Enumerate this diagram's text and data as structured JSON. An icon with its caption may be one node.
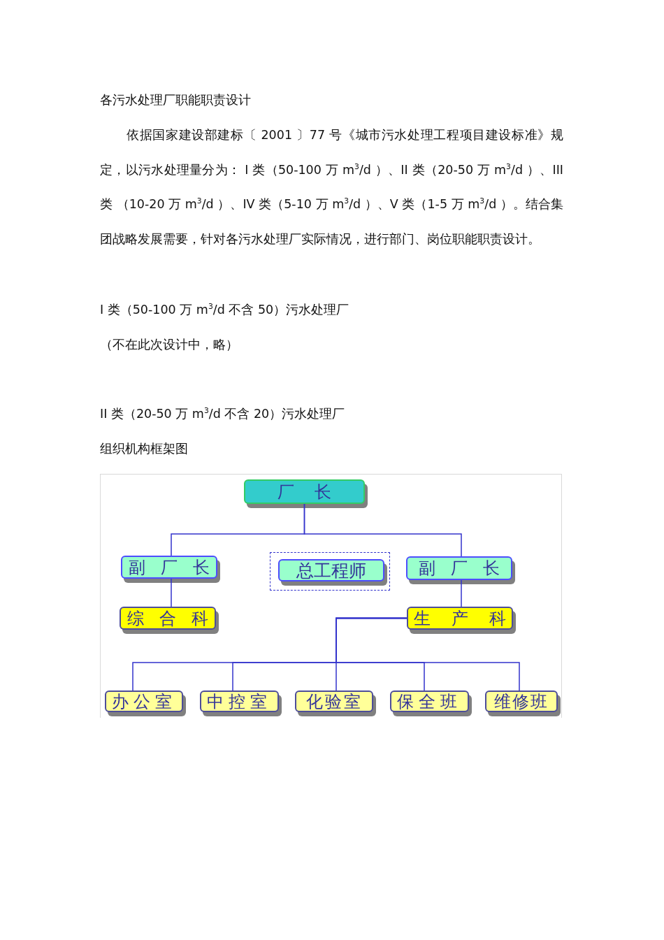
{
  "diagram": {
    "title": "各污水处理厂职能职责设计",
    "nodes": [
      {
        "text": [
          "厂 长"
        ]
      },
      {
        "text": [
          "副 厂 长"
        ]
      },
      {
        "text": [],
        "shape": "box"
      },
      {
        "text": [
          "总工程师"
        ],
        "in": 2
      },
      {
        "text": [
          "副 厂 长"
        ]
      },
      {
        "text": [
          "综 合 科"
        ]
      },
      {
        "text": [
          "生 产 科"
        ]
      },
      {
        "text": [
          "办公室"
        ]
      },
      {
        "text": [
          "中控室"
        ]
      },
      {
        "text": [
          "化验室"
        ]
      },
      {
        "text": [
          "保全班"
        ]
      },
      {
        "text": [
          "维修班"
        ]
      }
    ],
    "edges": [
      {
        "from": 0,
        "to": 1,
        "arrow": "none"
      },
      {
        "from": 0,
        "to": 4,
        "arrow": "none"
      },
      {
        "from": 1,
        "to": 5,
        "arrow": "none"
      },
      {
        "from": 4,
        "to": 6,
        "arrow": "none"
      },
      {
        "from": 6,
        "to": 7,
        "arrow": "none"
      },
      {
        "from": 6,
        "to": 8,
        "arrow": "none"
      },
      {
        "from": 6,
        "to": 9,
        "arrow": "none"
      },
      {
        "from": 6,
        "to": 10,
        "arrow": "none"
      },
      {
        "from": 6,
        "to": 11,
        "arrow": "none"
      }
    ],
    "labels": [
      "依据国家建设部建标〔 2001 〕77 号《城市污水处理工程项目建设标准》规定，以污水处理量分为： I 类（50-100 万 m$^{3}$/d ）、II 类（20-50 万 m$^{3}$/d ）、III 类 （10-20 万 m$^{3}$/d ）、IV 类（5-10 万 m$^{3}$/d ）、V 类（1-5 万 m$^{3}$/d ）。结合集团战略发展需要，针对各污水处理厂实际情况，进行部门、岗位职能职责设计。",
      "I 类（50-100 万 m$^{3}$/d 不含 50）污水处理厂",
      "（不在此次设计中，略）",
      "II 类（20-50 万 m$^{3}$/d 不含 20）污水处理厂",
      "组织机构框架图"
    ]
  }
}
